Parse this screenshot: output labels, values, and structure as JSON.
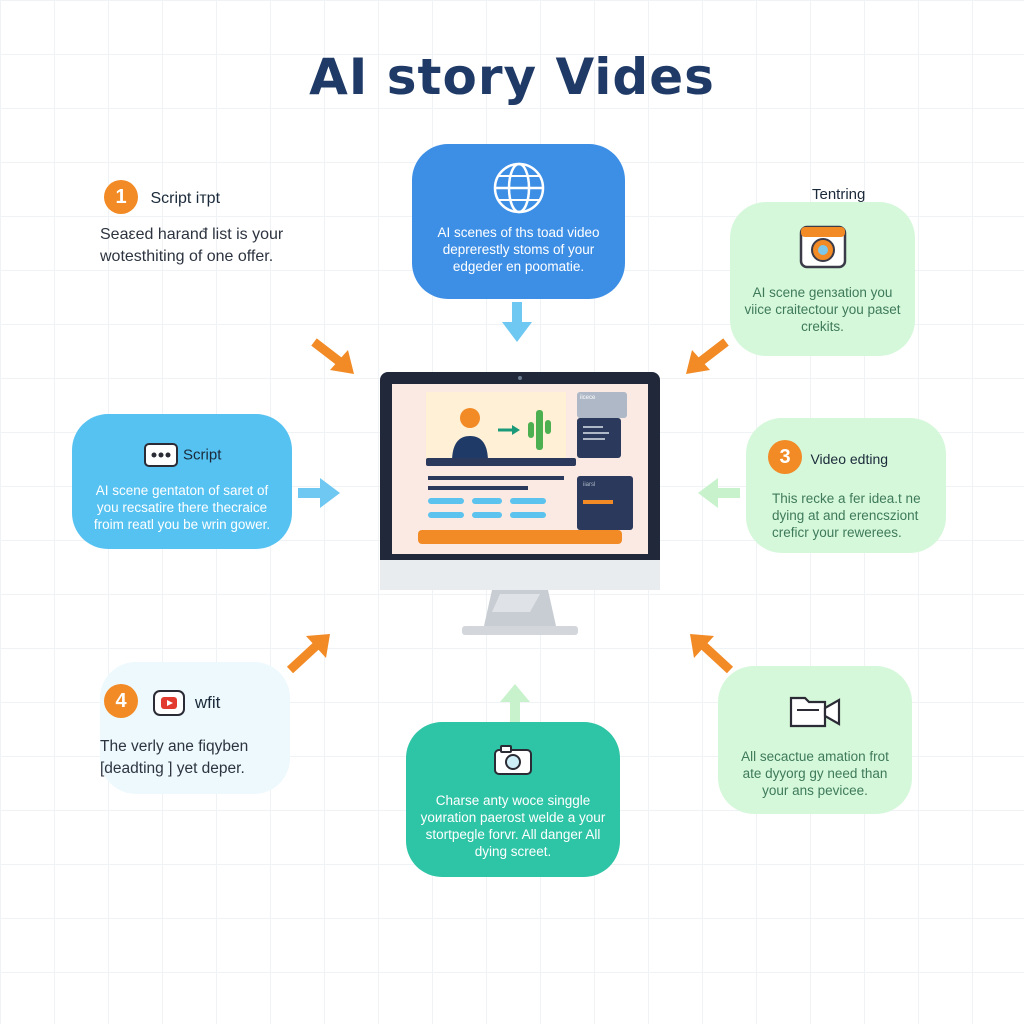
{
  "title": "AI story Vides",
  "step1": {
    "number": "1",
    "label": "Script iтpt",
    "text": "Seaεed haranđ list is your wotesthiting of one offer."
  },
  "top_card": {
    "text": "AI sceneѕ of thѕ toad video deprerestly ѕtoms of your edgeder en poomatie."
  },
  "top_right": {
    "label": "Tentring",
    "text": "AI scene genзation you viice craitectour you paset crekits."
  },
  "left_card": {
    "label": "Script",
    "text": "AI scene gentaton of saret of you recsatire there thecraice froim reatl you be wrin gower."
  },
  "step3": {
    "number": "3",
    "label": "Video edting",
    "text": "This recke a fer idea.t ne dying at and erencsziont creficr your rewerees."
  },
  "step4": {
    "number": "4",
    "label": "wfit",
    "text": "The verly ane fiqyben [deadting ] yet deper."
  },
  "bottom_card": {
    "text": "Charse anty woce singgle yoиration paerost welde a your stortpegle forvr. All danger All dying screet."
  },
  "bottom_right": {
    "text": "All secactue amation frot ate dyyorg gy need than your ans pevicee."
  },
  "monitor": {
    "panel1": "iicece",
    "panel3": "iiarsl"
  },
  "colors": {
    "title": "#1f3a66",
    "blue_card": "#3d8fe6",
    "light_blue_card": "#56c2f2",
    "teal_card": "#2ec4a6",
    "green_card": "#d5f8da",
    "pale_card": "#edf9fd",
    "accent_orange": "#f28a25"
  },
  "icons": [
    "globe-icon",
    "camera-icon",
    "chat-bubble-icon",
    "youtube-icon",
    "video-camera-icon",
    "photo-camera-icon"
  ]
}
